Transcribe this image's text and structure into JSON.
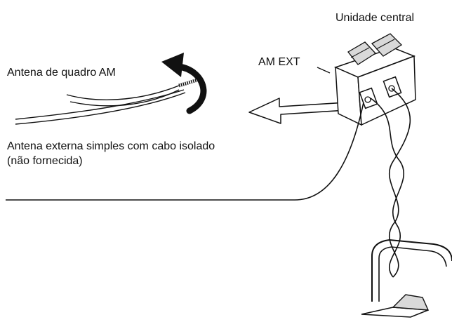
{
  "labels": {
    "main_unit": "Unidade central",
    "am_ext": "AM EXT",
    "loop_antenna": "Antena de quadro AM",
    "external_antenna_line1": "Antena externa simples com cabo isolado",
    "external_antenna_line2": "(não fornecida)"
  },
  "colors": {
    "line": "#111111",
    "panel_fill": "#ffffff",
    "shade": "#d9d9d9",
    "arrow_fill": "#ffffff"
  }
}
